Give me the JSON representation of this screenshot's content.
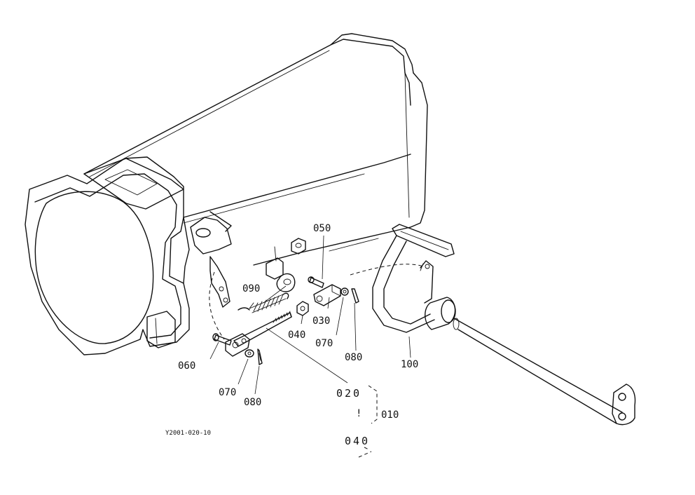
{
  "labels": {
    "p010": "010",
    "p020": "020",
    "p030": "030",
    "p040": "040",
    "p040b": "040",
    "p050": "050",
    "p060": "060",
    "p070a": "070",
    "p070b": "070",
    "p080a": "080",
    "p080b": "080",
    "p090": "090",
    "p100": "100",
    "bang": "!"
  },
  "figure_code": "Y2001-020-10"
}
